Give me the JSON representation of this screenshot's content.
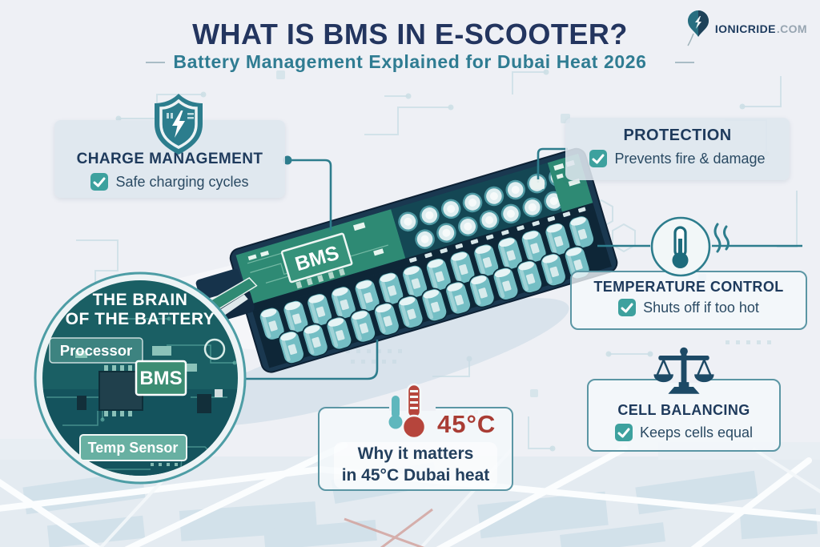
{
  "header": {
    "title": "WHAT IS BMS IN E-SCOOTER?",
    "subtitle": "Battery Management Explained for Dubai Heat 2026"
  },
  "logo": {
    "brand": "IONICRIDE",
    "suffix": ".COM",
    "icon": "lightning-pin-icon"
  },
  "callouts": {
    "charge_management": {
      "icon": "shield-lightning-icon",
      "title": "CHARGE MANAGEMENT",
      "check_label": "Safe charging cycles"
    },
    "protection": {
      "title": "PROTECTION",
      "check_label": "Prevents fire & damage"
    },
    "temperature_control": {
      "icon": "thermometer-icon",
      "title": "TEMPERATURE CONTROL",
      "check_label": "Shuts off if too hot"
    },
    "cell_balancing": {
      "icon": "balance-scale-icon",
      "title": "CELL BALANCING",
      "check_label": "Keeps cells equal"
    },
    "heat_callout": {
      "icon": "red-thermometer-icon",
      "temperature": "45°C",
      "line1": "Why it matters",
      "line2": "in 45°C Dubai heat"
    }
  },
  "magnifier": {
    "title_line1": "THE BRAIN",
    "title_line2": "OF THE BATTERY",
    "labels": {
      "processor": "Processor",
      "bms": "BMS",
      "temp_sensor": "Temp Sensor"
    }
  },
  "battery": {
    "board_label": "BMS"
  },
  "colors": {
    "navy": "#23355f",
    "teal": "#2d7d8d",
    "check_teal": "#3da19e",
    "red": "#a93c34",
    "box_border": "#5b96a4",
    "pcb_green": "#2e8a74"
  }
}
